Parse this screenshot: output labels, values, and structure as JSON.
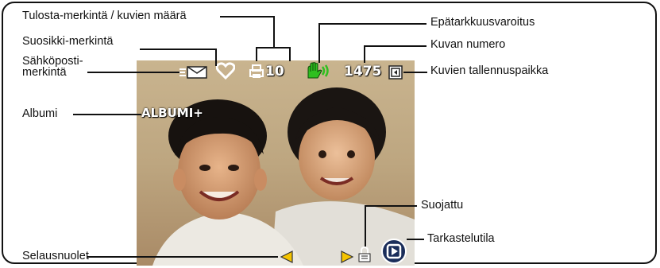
{
  "labels": {
    "print_count": "Tulosta-merkintä / kuvien määrä",
    "favorite": "Suosikki-merkintä",
    "email_line1": "Sähköposti-",
    "email_line2": "merkintä",
    "album": "Albumi",
    "browse_arrows": "Selausnuolet",
    "blur_warning": "Epätarkkuusvaroitus",
    "image_number": "Kuvan numero",
    "storage_location": "Kuvien tallennuspaikka",
    "protected": "Suojattu",
    "review_mode": "Tarkastelutila"
  },
  "overlay": {
    "print_count_value": "10",
    "image_number_value": "1475",
    "album_name": "ALBUMI+"
  },
  "icons": [
    "email-icon",
    "heart-icon",
    "print-icon",
    "shake-warning-icon",
    "memory-card-icon",
    "left-arrow-icon",
    "right-arrow-icon",
    "lock-icon",
    "review-mode-icon"
  ],
  "colors": {
    "arrow": "#f5c400",
    "shake": "#2fbf1f",
    "text": "#ffffff",
    "border": "#111111"
  }
}
